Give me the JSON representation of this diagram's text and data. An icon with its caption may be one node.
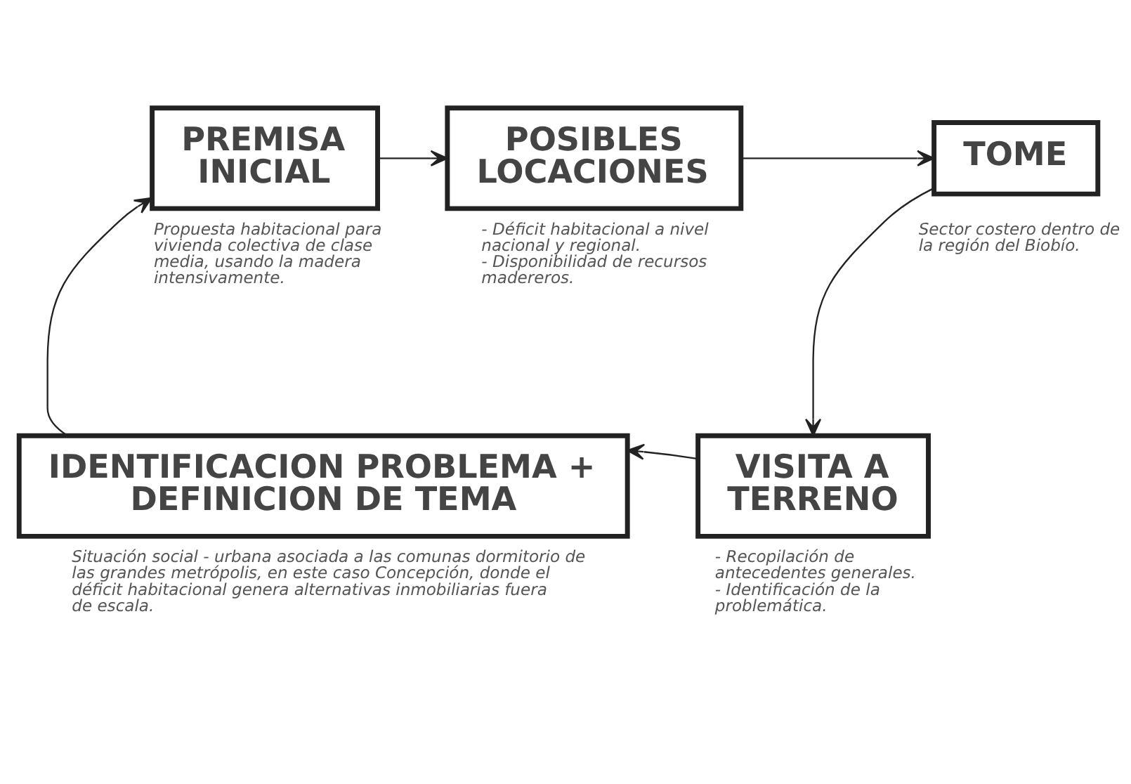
{
  "diagram": {
    "nodes": [
      {
        "text": [
          "PREMISA INICIAL"
        ],
        "beside": [
          "Propuesta habitacional para vivienda colectiva de clase media, usando la madera intensivamente."
        ]
      },
      {
        "text": [
          "POSIBLES LOCACIONES"
        ],
        "beside": [
          "- Déficit habitacional a nivel nacional y regional.",
          "- Disponibilidad de recursos madereros."
        ]
      },
      {
        "text": [
          "TOME"
        ],
        "beside": [
          "Sector costero dentro de la región del Biobío."
        ]
      },
      {
        "text": [
          "VISITA A TERRENO"
        ],
        "beside": [
          "- Recopilación de antecedentes generales.",
          "- Identificación de la problemática."
        ]
      },
      {
        "text": [
          "IDENTIFICACION PROBLEMA + DEFINICION DE TEMA"
        ],
        "beside": [
          "Situación social - urbana asociada a las comunas dormitorio de las grandes metrópolis, en este caso Concepción, donde el déficit habitacional genera alternativas inmobiliarias fuera de escala."
        ]
      }
    ],
    "edges": [
      {
        "from": 0,
        "to": 1,
        "arrow": "to"
      },
      {
        "from": 1,
        "to": 2,
        "arrow": "to"
      },
      {
        "from": 2,
        "to": 3,
        "arrow": "to"
      },
      {
        "from": 3,
        "to": 4,
        "arrow": "to"
      },
      {
        "from": 4,
        "to": 0,
        "arrow": "to"
      }
    ]
  }
}
